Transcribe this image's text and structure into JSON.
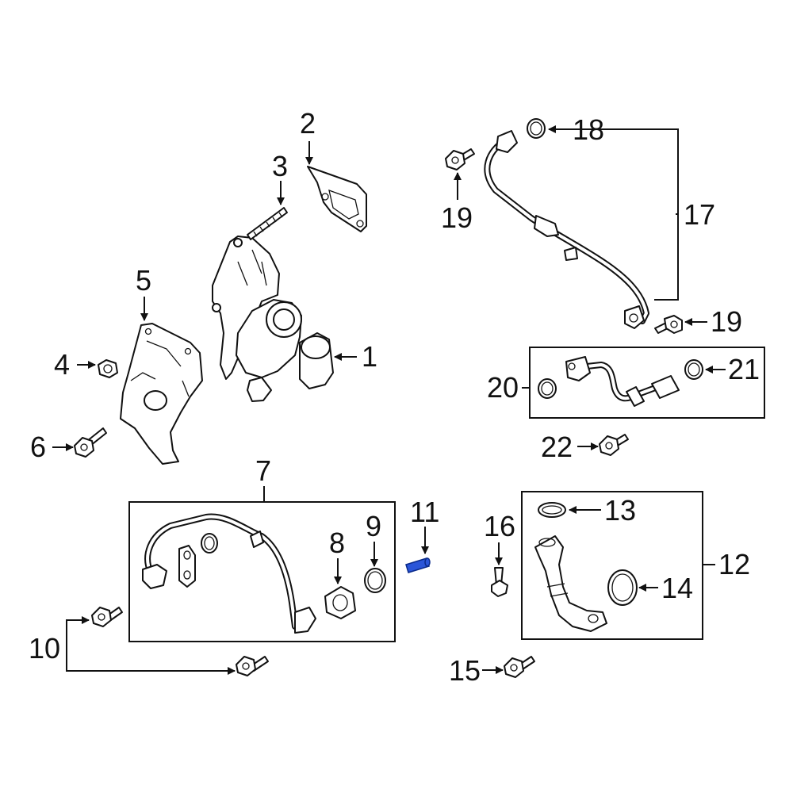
{
  "callouts": [
    "1",
    "2",
    "3",
    "4",
    "5",
    "6",
    "7",
    "8",
    "9",
    "10",
    "11",
    "12",
    "13",
    "14",
    "15",
    "16",
    "17",
    "18",
    "19",
    "19",
    "20",
    "21",
    "22"
  ],
  "highlight_color": "#2a55d8",
  "line_color": "#111111"
}
